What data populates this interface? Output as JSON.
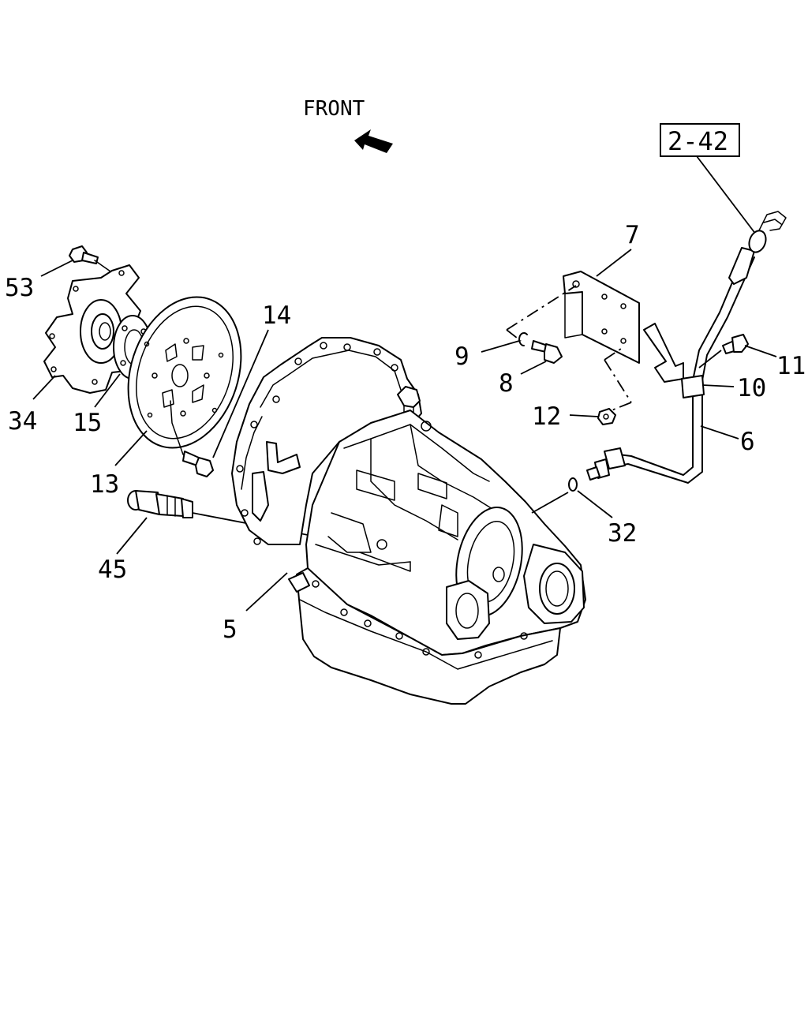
{
  "orientation": {
    "label": "FRONT"
  },
  "reference": {
    "label": "2-42"
  },
  "callouts": [
    {
      "id": "53",
      "text": "53"
    },
    {
      "id": "34",
      "text": "34"
    },
    {
      "id": "15",
      "text": "15"
    },
    {
      "id": "13",
      "text": "13"
    },
    {
      "id": "14",
      "text": "14"
    },
    {
      "id": "45",
      "text": "45"
    },
    {
      "id": "5",
      "text": "5"
    },
    {
      "id": "7",
      "text": "7"
    },
    {
      "id": "9",
      "text": "9"
    },
    {
      "id": "8",
      "text": "8"
    },
    {
      "id": "12",
      "text": "12"
    },
    {
      "id": "11",
      "text": "11"
    },
    {
      "id": "10",
      "text": "10"
    },
    {
      "id": "6",
      "text": "6"
    },
    {
      "id": "32",
      "text": "32"
    }
  ]
}
